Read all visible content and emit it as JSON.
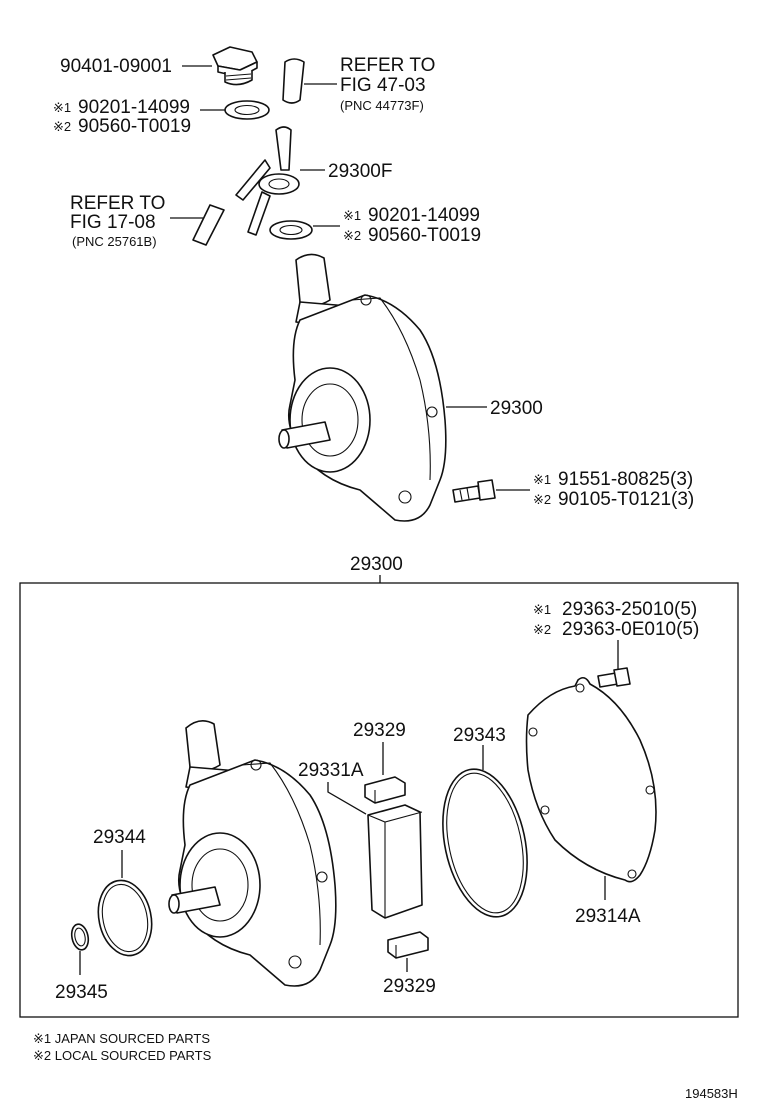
{
  "top_section": {
    "oil_cap": {
      "part_no": "90401-09001"
    },
    "hose_top_refer": {
      "line1": "REFER TO",
      "line2": "FIG 47-03",
      "pnc": "(PNC 44773F)"
    },
    "gasket_upper": {
      "mark1": "※1",
      "part1": "90201-14099",
      "mark2": "※2",
      "part2": "90560-T0019"
    },
    "union_pipe": {
      "part_no": "29300F"
    },
    "hose_left_refer": {
      "line1": "REFER TO",
      "line2": "FIG 17-08",
      "pnc": "(PNC 25761B)"
    },
    "gasket_lower": {
      "mark1": "※1",
      "part1": "90201-14099",
      "mark2": "※2",
      "part2": "90560-T0019"
    },
    "vacuum_pump": {
      "part_no": "29300"
    },
    "bolt": {
      "mark1": "※1",
      "part1": "91551-80825(3)",
      "mark2": "※2",
      "part2": "90105-T0121(3)"
    }
  },
  "assembly": {
    "title": "29300",
    "screw": {
      "mark1": "※1",
      "part1": "29363-25010(5)",
      "mark2": "※2",
      "part2": "29363-0E010(5)"
    },
    "vane_top": {
      "part_no": "29329"
    },
    "rotor": {
      "part_no": "29331A"
    },
    "oring_large": {
      "part_no": "29343"
    },
    "cover": {
      "part_no": "29314A"
    },
    "oring_mid": {
      "part_no": "29344"
    },
    "oring_small": {
      "part_no": "29345"
    },
    "vane_bottom": {
      "part_no": "29329"
    }
  },
  "footnotes": {
    "note1": "※1 JAPAN SOURCED PARTS",
    "note2": "※2 LOCAL SOURCED PARTS"
  },
  "figure_id": "194583H"
}
